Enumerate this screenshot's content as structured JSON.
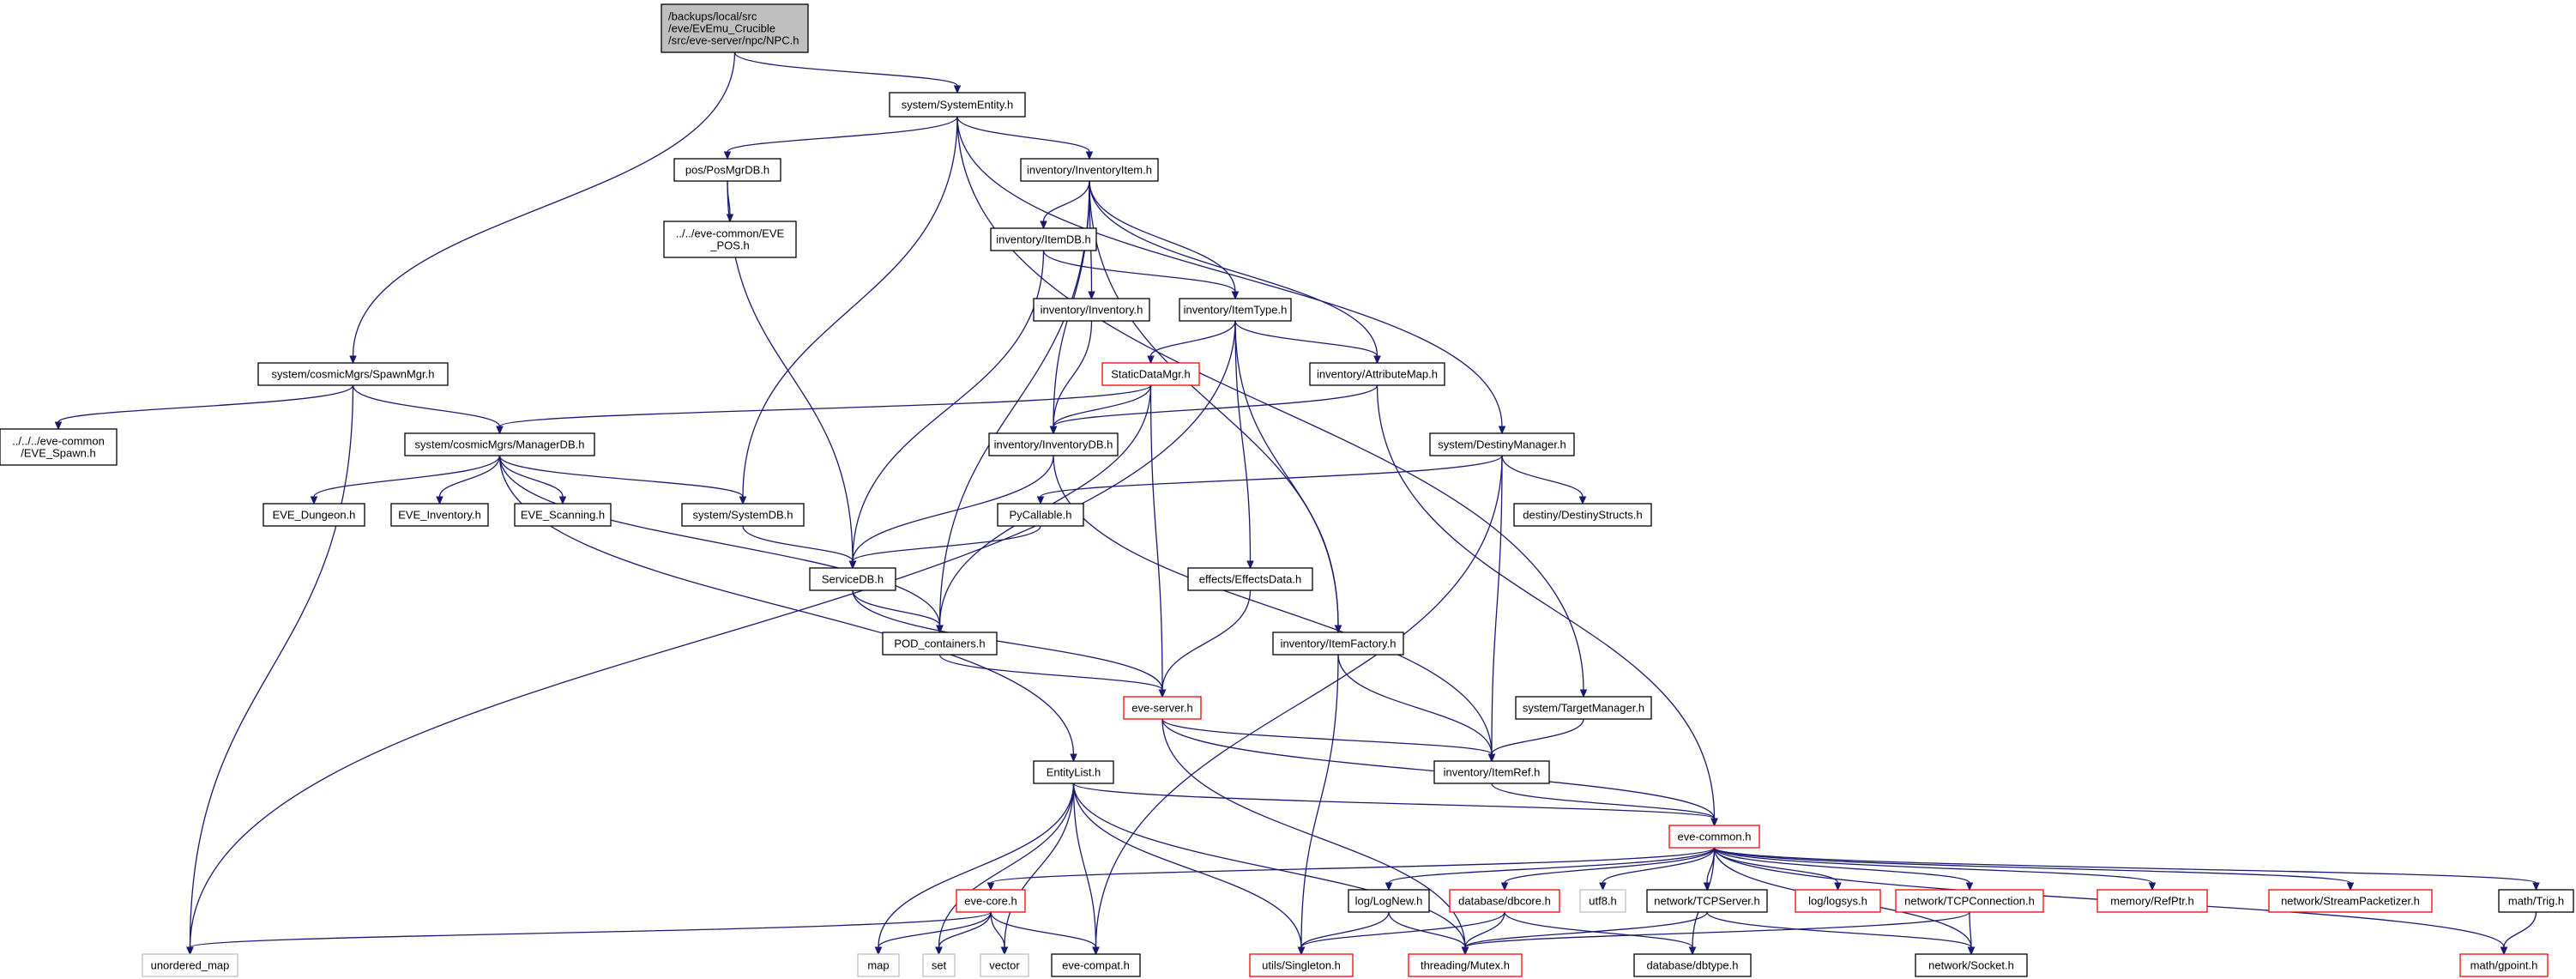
{
  "nodes": {
    "npc": "/backups/local/src\n/eve/EvEmu_Crucible\n/src/eve-server/npc/NPC.h",
    "system_entity": "system/SystemEntity.h",
    "spawn_mgr": "system/cosmicMgrs/SpawnMgr.h",
    "pos_mgr_db": "pos/PosMgrDB.h",
    "eve_pos": "../../eve-common/EVE\n_POS.h",
    "inventory_item": "inventory/InventoryItem.h",
    "item_db": "inventory/ItemDB.h",
    "inventory": "inventory/Inventory.h",
    "item_type": "inventory/ItemType.h",
    "static_data_mgr": "StaticDataMgr.h",
    "attribute_map": "inventory/AttributeMap.h",
    "eve_spawn": "../../../eve-common\n/EVE_Spawn.h",
    "manager_db": "system/cosmicMgrs/ManagerDB.h",
    "inventory_db": "inventory/InventoryDB.h",
    "destiny_manager": "system/DestinyManager.h",
    "eve_dungeon": "EVE_Dungeon.h",
    "eve_inventory": "EVE_Inventory.h",
    "eve_scanning": "EVE_Scanning.h",
    "system_db": "system/SystemDB.h",
    "pycallable": "PyCallable.h",
    "destiny_structs": "destiny/DestinyStructs.h",
    "service_db": "ServiceDB.h",
    "effects_data": "effects/EffectsData.h",
    "pod_containers": "POD_containers.h",
    "item_factory": "inventory/ItemFactory.h",
    "eve_server": "eve-server.h",
    "target_manager": "system/TargetManager.h",
    "entity_list": "EntityList.h",
    "item_ref": "inventory/ItemRef.h",
    "eve_common": "eve-common.h",
    "eve_core": "eve-core.h",
    "log_new": "log/LogNew.h",
    "dbcore": "database/dbcore.h",
    "utf8": "utf8.h",
    "tcp_server": "network/TCPServer.h",
    "logsys": "log/logsys.h",
    "tcp_connection": "network/TCPConnection.h",
    "ref_ptr": "memory/RefPtr.h",
    "stream_packetizer": "network/StreamPacketizer.h",
    "trig": "math/Trig.h",
    "unordered_map": "unordered_map",
    "map": "map",
    "set": "set",
    "vector": "vector",
    "eve_compat": "eve-compat.h",
    "singleton": "utils/Singleton.h",
    "mutex": "threading/Mutex.h",
    "dbtype": "database/dbtype.h",
    "socket": "network/Socket.h",
    "gpoint": "math/gpoint.h"
  },
  "colors": {
    "edge": "#191970",
    "node_border": "#000000",
    "truncated_node_border": "#ff0000",
    "external_node_border": "#bfbfbf",
    "root_fill": "#bfbfbf"
  },
  "node_styles": {
    "npc": "root",
    "static_data_mgr": "red",
    "eve_server": "red",
    "eve_common": "red",
    "eve_core": "red",
    "dbcore": "red",
    "logsys": "red",
    "tcp_connection": "red",
    "ref_ptr": "red",
    "stream_packetizer": "red",
    "singleton": "red",
    "mutex": "red",
    "gpoint": "red",
    "utf8": "gray",
    "unordered_map": "gray",
    "map": "gray",
    "set": "gray",
    "vector": "gray"
  },
  "edges": [
    [
      "npc",
      "system_entity"
    ],
    [
      "npc",
      "spawn_mgr"
    ],
    [
      "system_entity",
      "pos_mgr_db"
    ],
    [
      "system_entity",
      "inventory_item"
    ],
    [
      "system_entity",
      "system_db"
    ],
    [
      "system_entity",
      "destiny_manager"
    ],
    [
      "system_entity",
      "target_manager"
    ],
    [
      "pos_mgr_db",
      "eve_pos"
    ],
    [
      "pos_mgr_db",
      "service_db"
    ],
    [
      "inventory_item",
      "item_db"
    ],
    [
      "inventory_item",
      "inventory"
    ],
    [
      "inventory_item",
      "item_type"
    ],
    [
      "inventory_item",
      "attribute_map"
    ],
    [
      "inventory_item",
      "inventory_db"
    ],
    [
      "inventory_item",
      "pod_containers"
    ],
    [
      "inventory_item",
      "item_factory"
    ],
    [
      "item_db",
      "item_type"
    ],
    [
      "item_db",
      "service_db"
    ],
    [
      "inventory",
      "inventory_db"
    ],
    [
      "item_type",
      "static_data_mgr"
    ],
    [
      "item_type",
      "attribute_map"
    ],
    [
      "item_type",
      "effects_data"
    ],
    [
      "item_type",
      "item_factory"
    ],
    [
      "item_type",
      "unordered_map"
    ],
    [
      "static_data_mgr",
      "manager_db"
    ],
    [
      "static_data_mgr",
      "inventory_db"
    ],
    [
      "static_data_mgr",
      "pod_containers"
    ],
    [
      "static_data_mgr",
      "eve_server"
    ],
    [
      "attribute_map",
      "inventory_db"
    ],
    [
      "attribute_map",
      "eve_common"
    ],
    [
      "spawn_mgr",
      "eve_spawn"
    ],
    [
      "spawn_mgr",
      "manager_db"
    ],
    [
      "spawn_mgr",
      "unordered_map"
    ],
    [
      "manager_db",
      "eve_dungeon"
    ],
    [
      "manager_db",
      "eve_inventory"
    ],
    [
      "manager_db",
      "eve_scanning"
    ],
    [
      "manager_db",
      "system_db"
    ],
    [
      "manager_db",
      "pod_containers"
    ],
    [
      "manager_db",
      "entity_list"
    ],
    [
      "inventory_db",
      "service_db"
    ],
    [
      "inventory_db",
      "item_ref"
    ],
    [
      "destiny_manager",
      "pycallable"
    ],
    [
      "destiny_manager",
      "destiny_structs"
    ],
    [
      "destiny_manager",
      "item_ref"
    ],
    [
      "destiny_manager",
      "eve_compat"
    ],
    [
      "system_db",
      "service_db"
    ],
    [
      "pycallable",
      "service_db"
    ],
    [
      "service_db",
      "pod_containers"
    ],
    [
      "service_db",
      "eve_server"
    ],
    [
      "effects_data",
      "eve_server"
    ],
    [
      "pod_containers",
      "eve_server"
    ],
    [
      "item_factory",
      "item_ref"
    ],
    [
      "item_factory",
      "singleton"
    ],
    [
      "eve_server",
      "item_ref"
    ],
    [
      "eve_server",
      "eve_common"
    ],
    [
      "eve_server",
      "mutex"
    ],
    [
      "target_manager",
      "item_ref"
    ],
    [
      "entity_list",
      "eve_common"
    ],
    [
      "entity_list",
      "map"
    ],
    [
      "entity_list",
      "set"
    ],
    [
      "entity_list",
      "vector"
    ],
    [
      "entity_list",
      "eve_compat"
    ],
    [
      "entity_list",
      "singleton"
    ],
    [
      "entity_list",
      "mutex"
    ],
    [
      "item_ref",
      "eve_common"
    ],
    [
      "eve_common",
      "eve_core"
    ],
    [
      "eve_common",
      "log_new"
    ],
    [
      "eve_common",
      "dbcore"
    ],
    [
      "eve_common",
      "utf8"
    ],
    [
      "eve_common",
      "tcp_server"
    ],
    [
      "eve_common",
      "logsys"
    ],
    [
      "eve_common",
      "tcp_connection"
    ],
    [
      "eve_common",
      "ref_ptr"
    ],
    [
      "eve_common",
      "stream_packetizer"
    ],
    [
      "eve_common",
      "trig"
    ],
    [
      "eve_common",
      "dbtype"
    ],
    [
      "eve_common",
      "socket"
    ],
    [
      "eve_common",
      "gpoint"
    ],
    [
      "eve_core",
      "unordered_map"
    ],
    [
      "eve_core",
      "map"
    ],
    [
      "eve_core",
      "set"
    ],
    [
      "eve_core",
      "vector"
    ],
    [
      "eve_core",
      "eve_compat"
    ],
    [
      "log_new",
      "singleton"
    ],
    [
      "log_new",
      "mutex"
    ],
    [
      "dbcore",
      "singleton"
    ],
    [
      "dbcore",
      "mutex"
    ],
    [
      "dbcore",
      "dbtype"
    ],
    [
      "tcp_server",
      "mutex"
    ],
    [
      "tcp_server",
      "socket"
    ],
    [
      "tcp_connection",
      "mutex"
    ],
    [
      "tcp_connection",
      "socket"
    ],
    [
      "trig",
      "gpoint"
    ]
  ]
}
